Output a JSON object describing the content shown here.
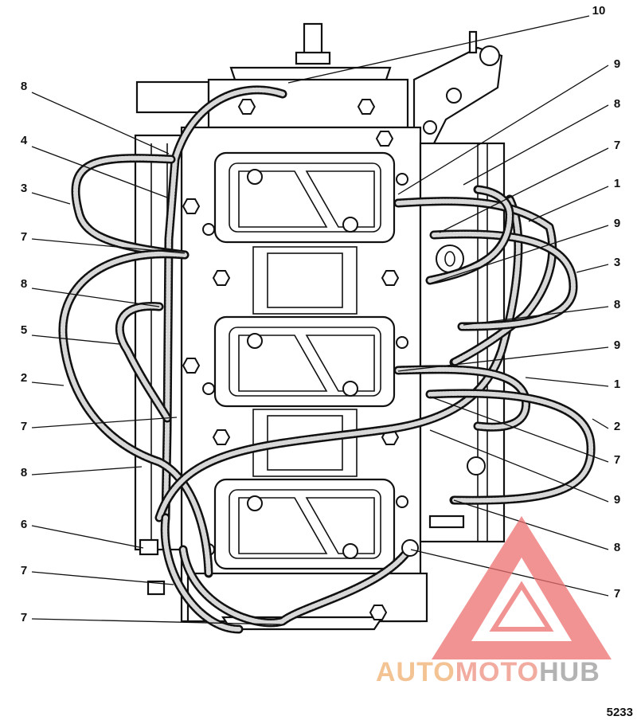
{
  "figure_number": "5233",
  "watermark": {
    "a": "AUTO",
    "b": "MOTO",
    "c": "HUB",
    "colors": {
      "a": "#f0b070",
      "b": "#ee9080",
      "c": "#9a9a9a",
      "triangle": "#ee7070"
    }
  },
  "callouts": [
    {
      "id": "c10",
      "label": "10"
    },
    {
      "id": "c8a",
      "label": "8"
    },
    {
      "id": "c4",
      "label": "4"
    },
    {
      "id": "c3a",
      "label": "3"
    },
    {
      "id": "c7a",
      "label": "7"
    },
    {
      "id": "c8b",
      "label": "8"
    },
    {
      "id": "c5",
      "label": "5"
    },
    {
      "id": "c2a",
      "label": "2"
    },
    {
      "id": "c7b",
      "label": "7"
    },
    {
      "id": "c8c",
      "label": "8"
    },
    {
      "id": "c6",
      "label": "6"
    },
    {
      "id": "c7c",
      "label": "7"
    },
    {
      "id": "c7d",
      "label": "7"
    },
    {
      "id": "c9a",
      "label": "9"
    },
    {
      "id": "c8d",
      "label": "8"
    },
    {
      "id": "c7e",
      "label": "7"
    },
    {
      "id": "c1a",
      "label": "1"
    },
    {
      "id": "c9b",
      "label": "9"
    },
    {
      "id": "c3b",
      "label": "3"
    },
    {
      "id": "c8e",
      "label": "8"
    },
    {
      "id": "c9c",
      "label": "9"
    },
    {
      "id": "c1b",
      "label": "1"
    },
    {
      "id": "c2b",
      "label": "2"
    },
    {
      "id": "c7f",
      "label": "7"
    },
    {
      "id": "c9d",
      "label": "9"
    },
    {
      "id": "c8f",
      "label": "8"
    },
    {
      "id": "c7g",
      "label": "7"
    }
  ]
}
